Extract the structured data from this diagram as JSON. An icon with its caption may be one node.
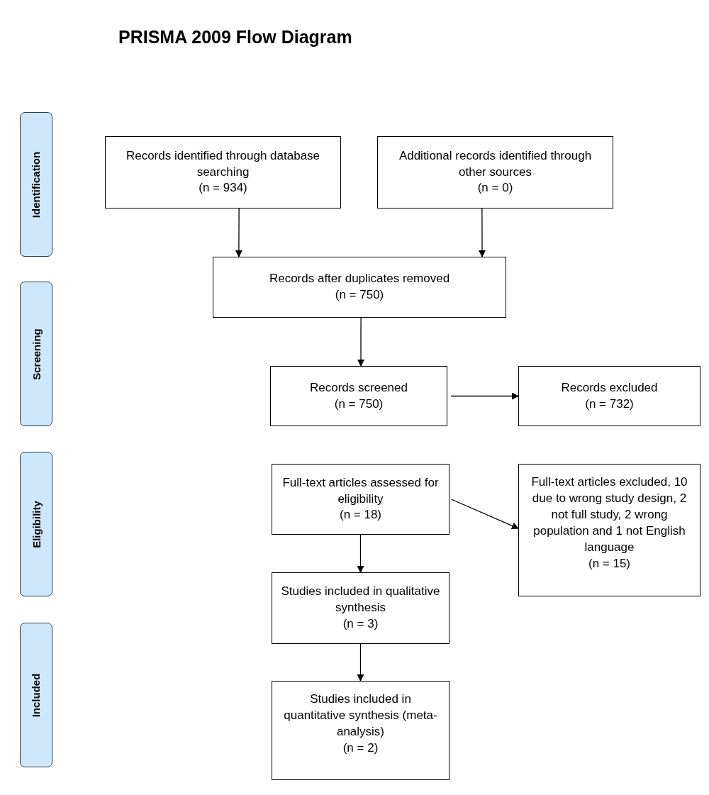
{
  "diagram": {
    "title": "PRISMA 2009 Flow Diagram",
    "nodes": [
      {
        "text": [
          "Identification"
        ]
      },
      {
        "text": [
          "Screening"
        ]
      },
      {
        "text": [
          "Eligibility"
        ]
      },
      {
        "text": [
          "Included"
        ]
      },
      {
        "text": [
          "Records identified through database searching",
          "(n = 934)"
        ]
      },
      {
        "text": [
          "Additional records identified through other sources",
          "(n = 0)"
        ]
      },
      {
        "text": [
          "Records after duplicates removed",
          "(n = 750)"
        ]
      },
      {
        "text": [
          "Records screened",
          "(n = 750)"
        ]
      },
      {
        "text": [
          "Records excluded",
          "(n = 732)"
        ]
      },
      {
        "text": [
          "Full-text articles assessed for eligibility",
          "(n = 18)"
        ]
      },
      {
        "text": [
          "Full-text articles excluded, 10 due to wrong study design, 2 not full study, 2 wrong population and 1 not English language",
          "(n = 15)"
        ]
      },
      {
        "text": [
          "Studies included in qualitative synthesis",
          "(n = 3)"
        ]
      },
      {
        "text": [
          "Studies included in quantitative synthesis (meta-analysis)",
          "(n = 2)"
        ]
      }
    ],
    "edges": [
      {
        "from": 4,
        "to": 6,
        "arrow": "to"
      },
      {
        "from": 5,
        "to": 6,
        "arrow": "to"
      },
      {
        "from": 6,
        "to": 7,
        "arrow": "to"
      },
      {
        "from": 7,
        "to": 8,
        "arrow": "to"
      },
      {
        "from": 9,
        "to": 10,
        "arrow": "to"
      },
      {
        "from": 9,
        "to": 11,
        "arrow": "to"
      },
      {
        "from": 11,
        "to": 12,
        "arrow": "to"
      }
    ]
  }
}
